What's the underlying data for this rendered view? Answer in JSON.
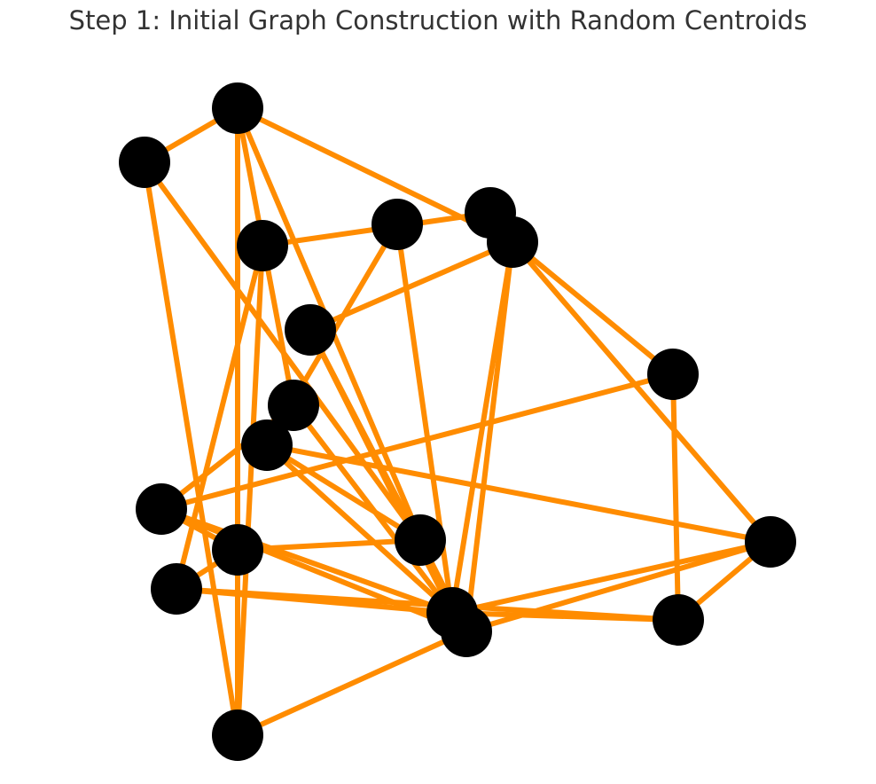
{
  "title": "Step 1: Initial Graph Construction with Random Centroids",
  "colors": {
    "edge": "#ff8c00",
    "node": "#000000",
    "background": "#ffffff",
    "title": "#333333"
  },
  "nodes": [
    {
      "id": 0
    },
    {
      "id": 1
    },
    {
      "id": 2
    },
    {
      "id": 3
    },
    {
      "id": 4
    },
    {
      "id": 5
    },
    {
      "id": 6
    },
    {
      "id": 7
    },
    {
      "id": 8
    },
    {
      "id": 9
    },
    {
      "id": 10
    },
    {
      "id": 11
    },
    {
      "id": 12
    },
    {
      "id": 13
    },
    {
      "id": 14
    },
    {
      "id": 15
    },
    {
      "id": 16
    },
    {
      "id": 17
    },
    {
      "id": 18
    },
    {
      "id": 19
    }
  ],
  "edges": [
    [
      0,
      1
    ],
    [
      0,
      5
    ],
    [
      0,
      7
    ],
    [
      0,
      14
    ],
    [
      0,
      18
    ],
    [
      1,
      11
    ],
    [
      1,
      18
    ],
    [
      2,
      4
    ],
    [
      2,
      13
    ],
    [
      2,
      18
    ],
    [
      3,
      9
    ],
    [
      3,
      14
    ],
    [
      4,
      5
    ],
    [
      4,
      19
    ],
    [
      5,
      6
    ],
    [
      5,
      8
    ],
    [
      5,
      17
    ],
    [
      5,
      14
    ],
    [
      5,
      15
    ],
    [
      6,
      14
    ],
    [
      6,
      15
    ],
    [
      7,
      10
    ],
    [
      7,
      15
    ],
    [
      8,
      16
    ],
    [
      8,
      10
    ],
    [
      9,
      11
    ],
    [
      9,
      14
    ],
    [
      9,
      17
    ],
    [
      10,
      12
    ],
    [
      10,
      14
    ],
    [
      10,
      15
    ],
    [
      11,
      12
    ],
    [
      11,
      14
    ],
    [
      11,
      15
    ],
    [
      12,
      13
    ],
    [
      12,
      18
    ],
    [
      13,
      16
    ],
    [
      13,
      14
    ],
    [
      13,
      19
    ],
    [
      14,
      15
    ],
    [
      14,
      16
    ],
    [
      14,
      17
    ],
    [
      15,
      17
    ],
    [
      15,
      18
    ],
    [
      16,
      17
    ]
  ]
}
